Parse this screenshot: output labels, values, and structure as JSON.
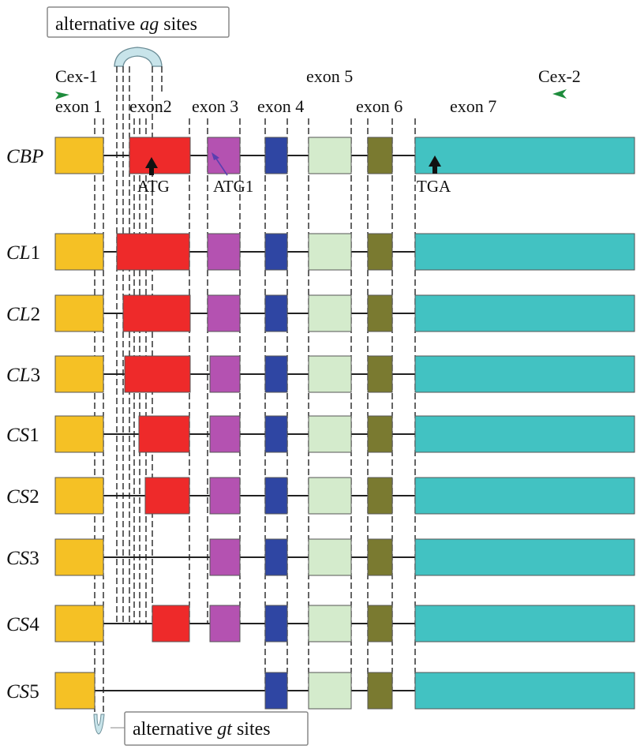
{
  "callouts": {
    "ag_sites": {
      "prefix": "alternative ",
      "italic": "ag",
      "suffix": " sites"
    },
    "gt_sites": {
      "prefix": "alternative ",
      "italic": "gt",
      "suffix": " sites"
    }
  },
  "primers": {
    "forward": "Cex-1",
    "reverse": "Cex-2"
  },
  "exon_labels": [
    "exon 1",
    "exon2",
    "exon 3",
    "exon 4",
    "exon 5",
    "exon 6",
    "exon 7"
  ],
  "site_labels": {
    "start": "ATG",
    "start_alt": "ATG1",
    "stop": "TGA"
  },
  "colors": {
    "exon1": "#f5c125",
    "exon2": "#ee2a2a",
    "exon3": "#b452b1",
    "exon4": "#2f46a3",
    "exon5": "#d4ebcc",
    "exon6": "#7a7a30",
    "exon7": "#42c2c2",
    "primer_arrow": "#1e8c3c",
    "atg1_arrow": "#5a3fb0"
  },
  "transcripts": [
    {
      "label": "CBP",
      "italic_part": "CBP",
      "suffix": ""
    },
    {
      "label": "CL1",
      "italic_part": "CL",
      "suffix": "1"
    },
    {
      "label": "CL2",
      "italic_part": "CL",
      "suffix": "2"
    },
    {
      "label": "CL3",
      "italic_part": "CL",
      "suffix": "3"
    },
    {
      "label": "CS1",
      "italic_part": "CS",
      "suffix": "1"
    },
    {
      "label": "CS2",
      "italic_part": "CS",
      "suffix": "2"
    },
    {
      "label": "CS3",
      "italic_part": "CS",
      "suffix": "3"
    },
    {
      "label": "CS4",
      "italic_part": "CS",
      "suffix": "4"
    },
    {
      "label": "CS5",
      "italic_part": "CS",
      "suffix": "5"
    }
  ]
}
